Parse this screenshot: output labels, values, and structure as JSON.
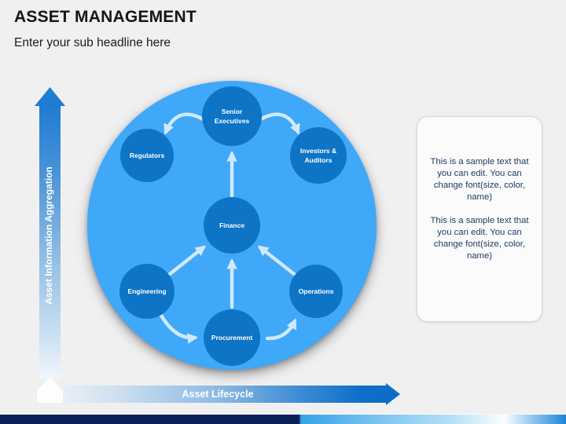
{
  "slide": {
    "title": "ASSET MANAGEMENT",
    "subtitle": "Enter your sub headline here",
    "background_color": "#f0f0f1"
  },
  "axes": {
    "vertical_label": "Asset Information Aggregation",
    "horizontal_label": "Asset Lifecycle",
    "arrow_blue": "#0c6dc6"
  },
  "diagram": {
    "outer_circle_color": "#3fa8f8",
    "node_color": "#0d74c6",
    "node_text_color": "#ffffff",
    "arrow_color": "#cfe9fc",
    "nodes": [
      {
        "id": "senior-executives",
        "label": "Senior Executives"
      },
      {
        "id": "regulators",
        "label": "Regulators"
      },
      {
        "id": "investors-auditors",
        "label": "Investors & Auditors"
      },
      {
        "id": "finance",
        "label": "Finance"
      },
      {
        "id": "engineering",
        "label": "Engineering"
      },
      {
        "id": "operations",
        "label": "Operations"
      },
      {
        "id": "procurement",
        "label": "Procurement"
      }
    ],
    "flows": [
      {
        "from": "finance",
        "to": "senior-executives"
      },
      {
        "from": "senior-executives",
        "to": "regulators"
      },
      {
        "from": "senior-executives",
        "to": "investors-auditors"
      },
      {
        "from": "engineering",
        "to": "finance"
      },
      {
        "from": "procurement",
        "to": "finance"
      },
      {
        "from": "operations",
        "to": "finance"
      },
      {
        "from": "engineering",
        "to": "procurement"
      },
      {
        "from": "procurement",
        "to": "operations"
      }
    ]
  },
  "note_box": {
    "text_color": "#1e3a63",
    "paragraphs": [
      "This is a sample text that you can edit. You can change font(size, color, name)",
      "This is a sample text that you can edit. You can change font(size, color, name)"
    ]
  },
  "footer": {
    "left_color": "#0b2059",
    "mid_color": "#35a5e8",
    "right_color": "#1a85d7"
  }
}
